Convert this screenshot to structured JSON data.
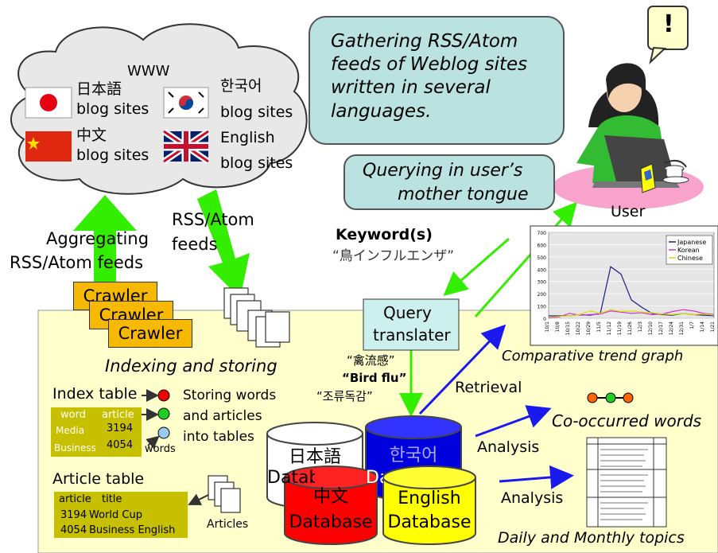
{
  "cloud": {
    "www": "WWW",
    "japanese_lang": "日本語",
    "japanese_sites": "blog sites",
    "korean_lang": "한국어",
    "korean_sites": "blog sites",
    "chinese_lang": "中文",
    "chinese_sites": "blog sites",
    "english_lang": "English",
    "english_sites": "blog sites"
  },
  "gathering_bubble": "Gathering RSS/Atom feeds of Weblog sites written in several languages.",
  "query_bubble_line1": "Querying in user’s",
  "query_bubble_line2": "mother tongue",
  "user_label": "User",
  "user_exclaim": "!",
  "aggregating_line1": "Aggregating",
  "aggregating_line2": "RSS/Atom feeds",
  "rss_line1": "RSS/Atom",
  "rss_line2": "feeds",
  "keyword_label": "Keyword(s)",
  "keyword_example": "“鳥インフルエンザ”",
  "crawlers": [
    "Crawler",
    "Crawler",
    "Crawler"
  ],
  "indexing_label": "Indexing and storing",
  "query_translater_line1": "Query",
  "query_translater_line2": "translater",
  "translations": [
    "“禽流感”",
    "“Bird flu”",
    "“조류독감”"
  ],
  "retrieval_label": "Retrieval",
  "analysis_label_1": "Analysis",
  "analysis_label_2": "Analysis",
  "co_occurred_label": "Co-occurred words",
  "trend_graph_label": "Comparative trend graph",
  "daily_monthly_label": "Daily and Monthly topics",
  "index_table": {
    "title": "Index table",
    "headers": [
      "word",
      "article"
    ],
    "rows": [
      [
        "Media",
        "3194"
      ],
      [
        "Business",
        "4054"
      ]
    ],
    "words_label": "words"
  },
  "storing_text": [
    "Storing words",
    "and articles",
    "into tables"
  ],
  "article_table": {
    "title": "Article table",
    "headers": [
      "article",
      "title"
    ],
    "rows": [
      [
        "3194",
        "World Cup"
      ],
      [
        "4054",
        "Business English"
      ]
    ],
    "articles_label": "Articles"
  },
  "databases": {
    "japanese_line1": "日本語",
    "japanese_line2": "Database",
    "korean_line1": "한국어",
    "korean_line2": "Database",
    "chinese_line1": "中文",
    "chinese_line2": "Database",
    "english_line1": "English",
    "english_line2": "Database"
  },
  "colors": {
    "panel": "#ffffcc",
    "crawler": "#f7b800",
    "bubble": "#b9e2e0",
    "green_arrow": "#33ee00",
    "blue_arrow": "#1a1aee",
    "db_red": "#ff0000",
    "db_blue": "#0000dd",
    "db_yellow": "#ffff00"
  },
  "chart_data": {
    "type": "line",
    "x": [
      "10/1",
      "10/8",
      "10/15",
      "10/22",
      "10/29",
      "11/5",
      "11/12",
      "11/19",
      "11/26",
      "12/3",
      "12/10",
      "12/17",
      "12/24",
      "12/31",
      "1/7",
      "1/14",
      "1/21"
    ],
    "ylim": [
      0,
      700
    ],
    "yticks": [
      0,
      100,
      200,
      300,
      400,
      500,
      600,
      700
    ],
    "series": [
      {
        "name": "Japanese",
        "values": [
          20,
          20,
          20,
          30,
          25,
          40,
          420,
          360,
          150,
          90,
          40,
          30,
          25,
          40,
          30,
          25,
          20
        ]
      },
      {
        "name": "Korean",
        "values": [
          5,
          10,
          40,
          25,
          30,
          35,
          60,
          50,
          40,
          45,
          30,
          35,
          55,
          70,
          60,
          40,
          30
        ]
      },
      {
        "name": "Chinese",
        "values": [
          10,
          15,
          20,
          30,
          60,
          40,
          70,
          55,
          60,
          50,
          45,
          35,
          30,
          40,
          30,
          35,
          25
        ]
      }
    ],
    "legend_position": "top-right"
  }
}
